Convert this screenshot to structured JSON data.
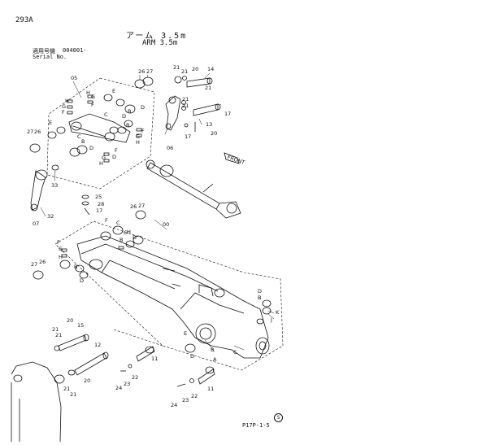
{
  "header": {
    "page_code": "293A",
    "title_jp": "アーム 3.5m",
    "title_en": "ARM 3.5m",
    "applicable_label": "適用号機",
    "applicable_number": "004001-",
    "serial_label": "Serial No."
  },
  "footer": {
    "code": "P17P-1-5",
    "mark": "S"
  },
  "callouts": {
    "group_05": "05",
    "group_00": "00",
    "group_06": "06",
    "group_07": "07",
    "part_11": "11",
    "part_12": "12",
    "part_13": "13",
    "part_14": "14",
    "part_15": "15",
    "part_17": "17",
    "part_20": "20",
    "part_21": "21",
    "part_22": "22",
    "part_23": "23",
    "part_24": "24",
    "part_25": "25",
    "part_26": "26",
    "part_27": "27",
    "part_28": "28",
    "part_32": "32",
    "part_33": "33",
    "A": "A",
    "B": "B",
    "C": "C",
    "D": "D",
    "E": "E",
    "F": "F",
    "G": "G",
    "H": "H",
    "J": "J",
    "K": "K"
  },
  "front_arrow_label": "FRONT"
}
